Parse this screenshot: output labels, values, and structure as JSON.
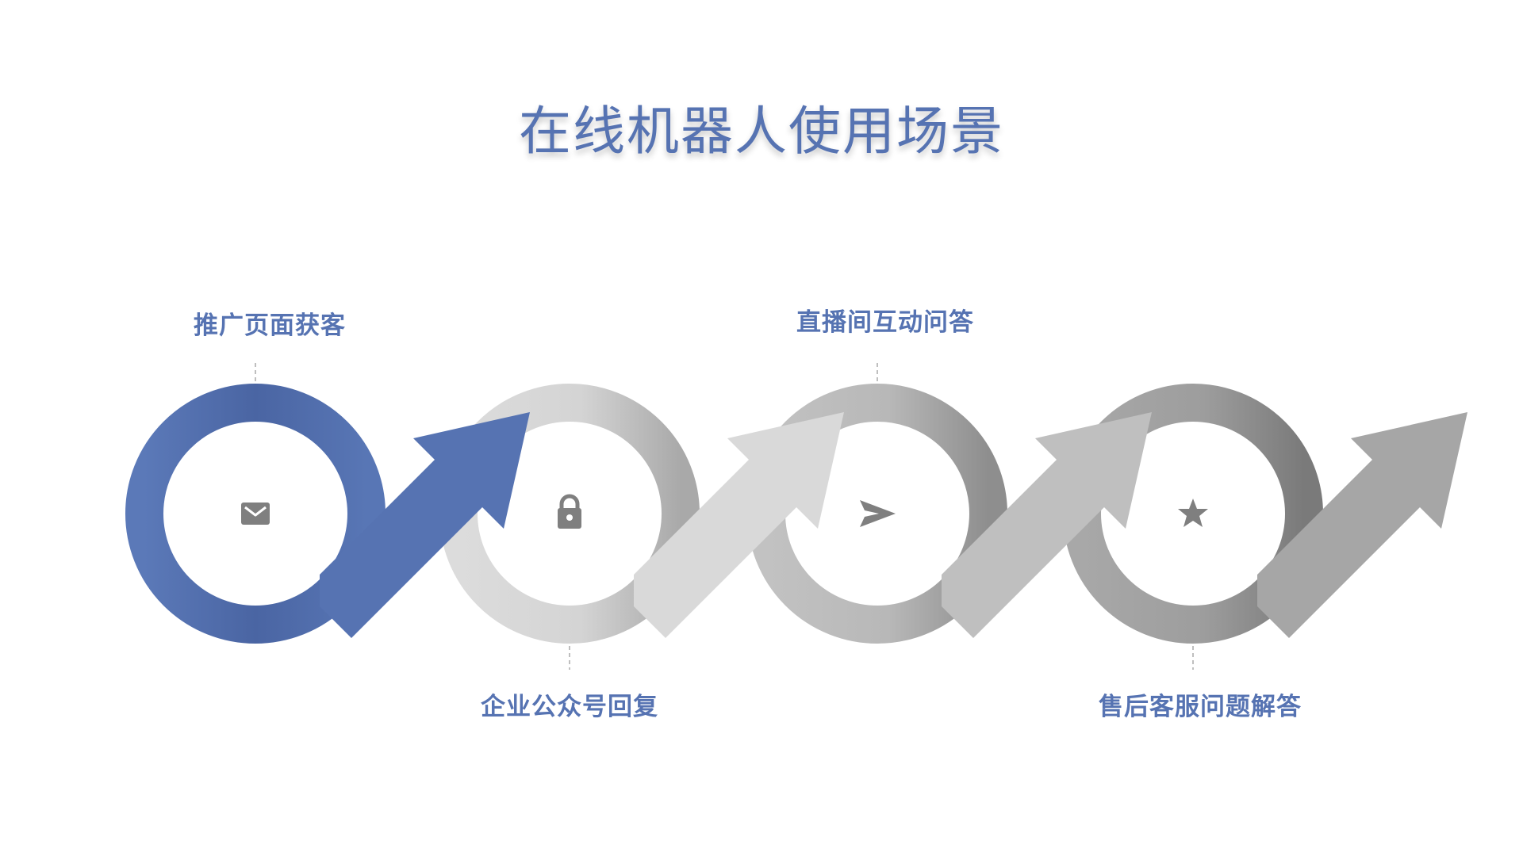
{
  "title": "在线机器人使用场景",
  "steps": [
    {
      "label": "推广页面获客",
      "icon": "mail-icon",
      "color": "#5673b2"
    },
    {
      "label": "企业公众号回复",
      "icon": "lock-icon",
      "color": "#d9d9d9"
    },
    {
      "label": "直播间互动问答",
      "icon": "send-icon",
      "color": "#bfbfbf"
    },
    {
      "label": "售后客服问题解答",
      "icon": "star-icon",
      "color": "#a6a6a6"
    }
  ],
  "colors": {
    "accent": "#5673b2",
    "icon": "#7f7f7f"
  }
}
